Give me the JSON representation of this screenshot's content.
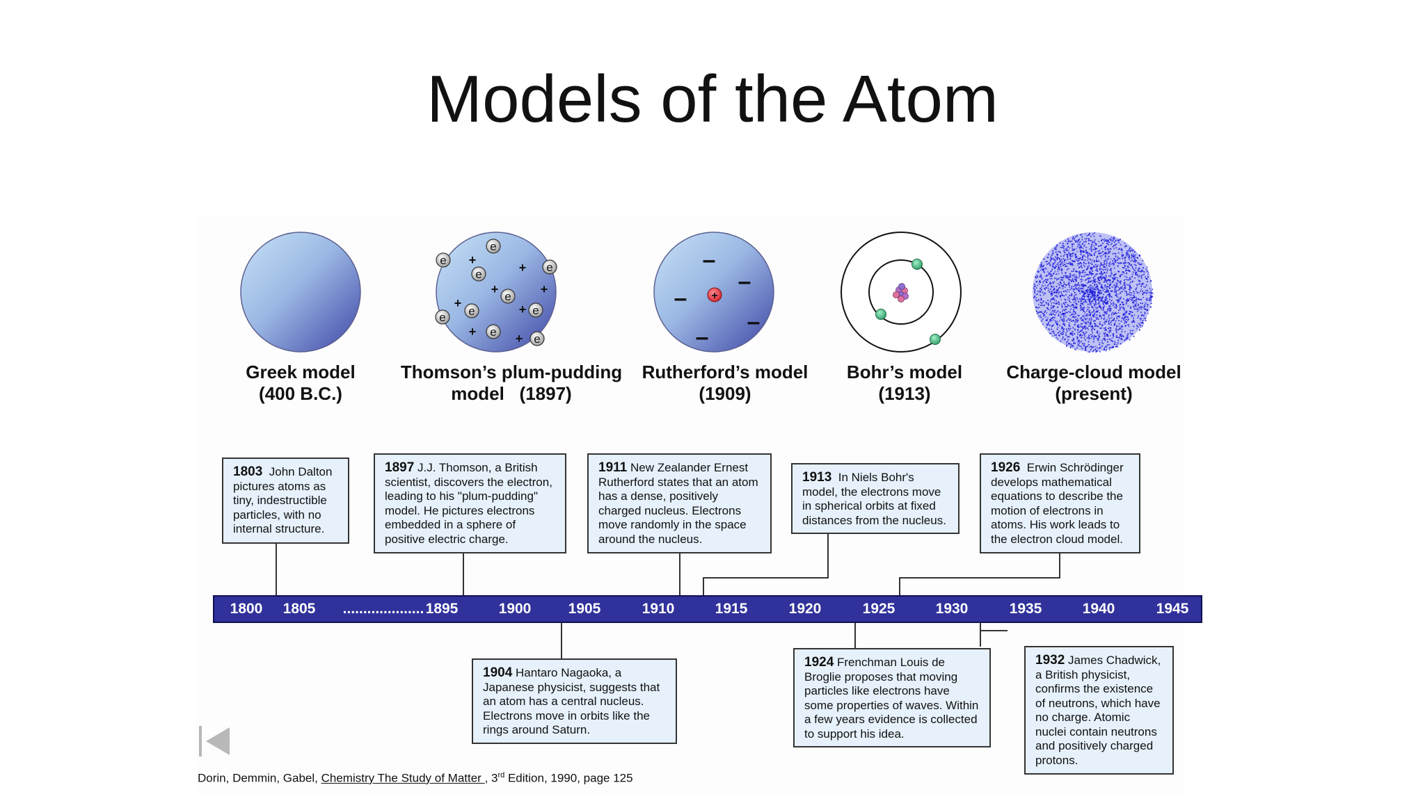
{
  "title": "Models of the Atom",
  "models": [
    {
      "name": "Greek model",
      "date": "(400 B.C.)"
    },
    {
      "name": "Thomson’s plum-pudding",
      "date": "model   (1897)"
    },
    {
      "name": "Rutherford’s model",
      "date": "(1909)"
    },
    {
      "name": "Bohr’s model",
      "date": "(1913)"
    },
    {
      "name": "Charge-cloud model",
      "date": "(present)"
    }
  ],
  "diagram_glyphs": {
    "electron": "e",
    "plus": "+",
    "minus": "–"
  },
  "events": [
    {
      "year": "1803",
      "text": "John Dalton pictures atoms as tiny, indestructible particles, with no internal structure."
    },
    {
      "year": "1897",
      "text": "J.J. Thomson, a British scientist, discovers the electron, leading to his \"plum-pudding\" model.  He pictures electrons embedded in a sphere of positive electric charge."
    },
    {
      "year": "1911",
      "text": "New Zealander Ernest Rutherford states that an atom has a dense, positively charged nucleus. Electrons move randomly in the space around the nucleus."
    },
    {
      "year": "1913",
      "text": "In Niels Bohr's model, the electrons move in spherical orbits at fixed distances from the nucleus."
    },
    {
      "year": "1926",
      "text": "Erwin Schrödinger develops mathematical equations to describe the motion of electrons in atoms.  His work leads to the electron cloud model."
    },
    {
      "year": "1904",
      "text": "Hantaro Nagaoka, a Japanese physicist, suggests that an atom has a central nucleus.  Electrons move in orbits like the rings around Saturn."
    },
    {
      "year": "1924",
      "text": "Frenchman Louis de Broglie proposes that moving particles like electrons have some properties of waves. Within a few years evidence is collected to support his idea."
    },
    {
      "year": "1932",
      "text": "James Chadwick, a British physicist, confirms the existence of neutrons, which have no charge. Atomic nuclei contain neutrons and positively charged protons."
    }
  ],
  "timeline": {
    "labels": [
      "1800",
      "1805",
      "....................",
      "1895",
      "1900",
      "1905",
      "1910",
      "1915",
      "1920",
      "1925",
      "1930",
      "1935",
      "1940",
      "1945"
    ]
  },
  "citation": {
    "authors": "Dorin, Demmin, Gabel, ",
    "book": "Chemistry The Study of Matter ",
    "sep": " , 3",
    "sup": "rd",
    "rest": " Edition, 1990, page 125"
  },
  "nav": {
    "icon": "skip-back-icon"
  },
  "colors": {
    "timeline_bar": "#30319b",
    "event_box": "#e6f1fb",
    "sphere_light": "#c7e2f6",
    "sphere_dark": "#3f46a6",
    "cloud": "#1a1ad8",
    "bohr_electron": "#3aa776",
    "nucleus": "#e03040"
  }
}
